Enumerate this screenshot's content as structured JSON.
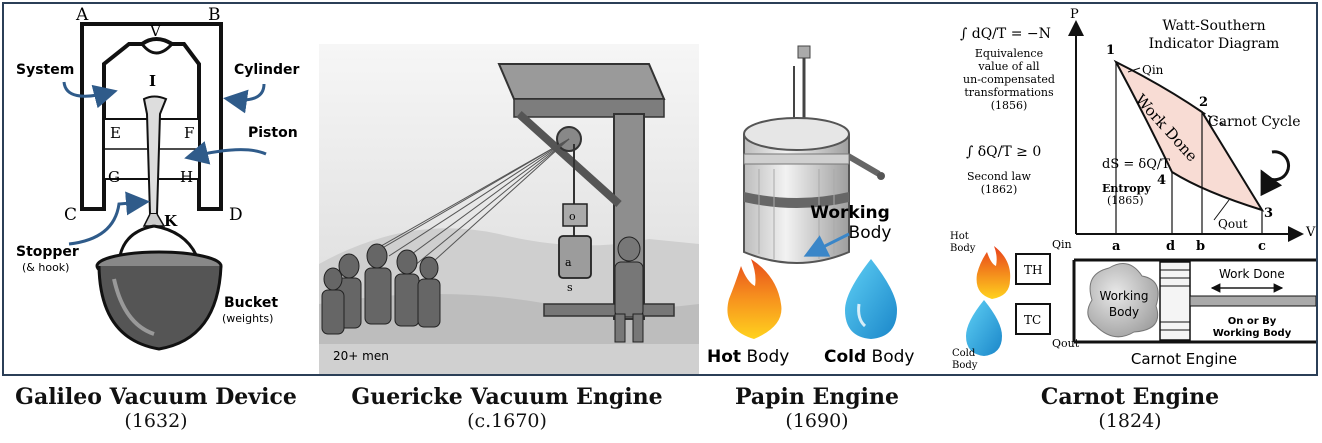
{
  "galileo": {
    "title": "Galileo Vacuum Device",
    "year": "(1632)",
    "letters": {
      "a": "A",
      "b": "B",
      "v": "V",
      "i": "I",
      "e": "E",
      "f": "F",
      "g": "G",
      "h": "H",
      "c": "C",
      "d": "D",
      "k": "K"
    },
    "labels": {
      "system": "System",
      "cylinder": "Cylinder",
      "piston": "Piston",
      "stopper": "Stopper",
      "stopper_note": "(& hook)",
      "bucket": "Bucket",
      "bucket_note": "(weights)"
    }
  },
  "guericke": {
    "title": "Guericke Vacuum Engine",
    "year": "(c.1670)",
    "men_label": "20+ men",
    "letters": {
      "o": "o",
      "a": "a",
      "s": "s"
    }
  },
  "papin": {
    "title": "Papin Engine",
    "year": "(1690)",
    "working": "Working",
    "body": "Body",
    "hot_bold": "Hot",
    "hot_rest": " Body",
    "cold_bold": "Cold",
    "cold_rest": " Body"
  },
  "carnot": {
    "title": "Carnot Engine",
    "year": "(1824)",
    "formula1": "∫ dQ/T = −N",
    "equiv_1": "Equivalence",
    "equiv_2": "value of all",
    "equiv_3": "un-compensated",
    "equiv_4": "transformations",
    "equiv_year": "(1856)",
    "formula2": "∫ δQ/T ≥ 0",
    "second_law": "Second law",
    "second_year": "(1862)",
    "entropy_formula": "dS = δQ/T",
    "entropy": "Entropy",
    "entropy_year": "(1865)",
    "diagram_title_1": "Watt-Southern",
    "diagram_title_2": "Indicator Diagram",
    "axis_p": "P",
    "axis_v": "V",
    "pts": {
      "p1": "1",
      "p2": "2",
      "p3": "3",
      "p4": "4"
    },
    "q_in": "Qin",
    "q_out": "Qout",
    "cycle": "Carnot Cycle",
    "work_done": "Work Done",
    "ticks": {
      "a": "a",
      "b": "b",
      "c": "c",
      "d": "d"
    },
    "hot_1": "Hot",
    "hot_2": "Body",
    "cold_1": "Cold",
    "cold_2": "Body",
    "th": "TH",
    "tc": "TC",
    "engine_q_in": "Qin",
    "engine_q_out": "Qout",
    "working_1": "Working",
    "working_2": "Body",
    "engine_work": "Work Done",
    "on_by_1": "On or By",
    "on_by_2": "Working Body",
    "engine_label": "Carnot Engine"
  },
  "colors": {
    "frame": "#2b3f57",
    "arrow": "#2f5b8a",
    "pink": "#f8dcd4",
    "flame": "#f28a1a",
    "drop": "#2aa6e0"
  }
}
